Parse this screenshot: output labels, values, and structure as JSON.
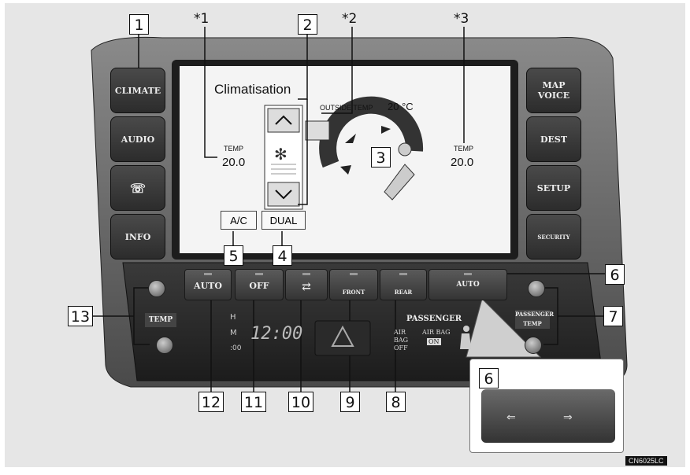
{
  "screen": {
    "title": "Climatisation",
    "left_temp_label": "TEMP",
    "left_temp_value": "20.0",
    "right_temp_label": "TEMP",
    "right_temp_value": "20.0",
    "outside_label": "OUTSIDE TEMP",
    "outside_value": "20 °C",
    "ac_button": "A/C",
    "dual_button": "DUAL"
  },
  "side_buttons_left": [
    "CLIMATE",
    "AUDIO",
    "INFO"
  ],
  "side_buttons_right": [
    "MAP VOICE",
    "DEST",
    "SETUP",
    "SECURITY"
  ],
  "lower_panel": {
    "auto": "AUTO",
    "fan_off": "OFF",
    "front": "FRONT",
    "rear": "REAR",
    "fan_auto": "AUTO",
    "temp_left": "TEMP",
    "passenger_temp": "PASSENGER TEMP",
    "clock": "12:00",
    "clock_h": "H",
    "clock_m": "M",
    "clock_00": ":00",
    "passenger_label": "PASSENGER",
    "airbag_off": "AIR BAG OFF",
    "airbag_on_label": "AIR BAG",
    "airbag_on": "ON"
  },
  "callouts": {
    "c1": "1",
    "c2": "2",
    "c3": "3",
    "c4": "4",
    "c5": "5",
    "c6": "6",
    "c6b": "6",
    "c7": "7",
    "c8": "8",
    "c9": "9",
    "c10": "10",
    "c11": "11",
    "c12": "12",
    "c13": "13"
  },
  "stars": {
    "s1": "*1",
    "s2": "*2",
    "s3": "*3"
  },
  "image_code": "CN6025LC"
}
